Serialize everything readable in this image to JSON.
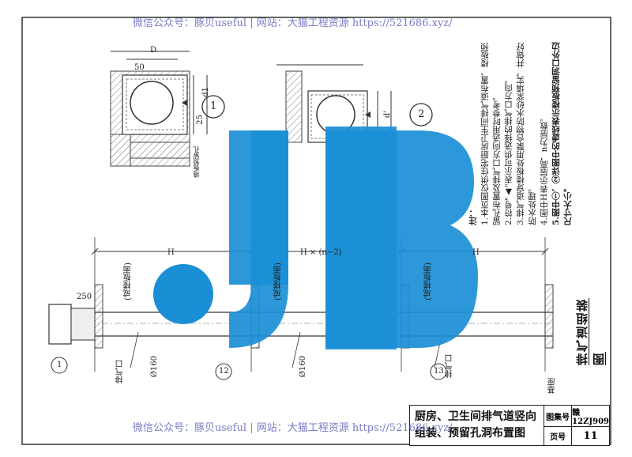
{
  "watermark": {
    "top": "微信公众号：豚贝useful | 网站：大猫工程资源 https://521686.xyz/",
    "bottom": "微信公众号：豚贝useful | 网站：大猫工程资源 https://521686.xyz/"
  },
  "title_block": {
    "title_line1": "厨房、卫生间排气道竖向",
    "title_line2": "组装、预留孔洞布置图",
    "atlas_label": "图集号",
    "atlas_value": "赣12ZJ909",
    "page_label": "页号",
    "page_value": "11"
  },
  "side_title": "排气道组装图",
  "notes": {
    "heading": "注：",
    "items": [
      "1.本页图仅供住宅厨房卫生间排气道布置、楼板预留孔布置及排气口方向选用时参考。",
      "2.符号\"▲\"表示可供选择的排气口方向。",
      "3.排气道穿楼板处用聚合物防水砂浆填实，并做好防水处理。",
      "4.图中H表示层高，n为层数。",
      "5.图中①、②详图中的虚线表示楼板预留洞口外边尺寸大小。"
    ]
  },
  "detail_markers": {
    "detail_1": "1",
    "detail_2": "2"
  },
  "dimensions": {
    "d_top": "D",
    "h_left": "H",
    "h_middle": "H × (n−2)",
    "h_right": "H",
    "d1": "d1",
    "d_prime": "d'",
    "v25": "25",
    "v250": "250",
    "v50": "50"
  },
  "labels": {
    "floor_finish_1": "(成楼板面)",
    "floor_finish_2": "(成楼板面)",
    "floor_finish_3": "(成楼板面)",
    "exhaust_port_1": "排气口",
    "exhaust_port_2": "排气口",
    "diameter_1": "Ø160",
    "diameter_2": "Ø160",
    "base": "基座",
    "mark_1": "1",
    "mark_2": "12",
    "mark_3": "13",
    "wall_note": "墙板预留孔"
  },
  "logo": {
    "text": "JB",
    "color": "#1a8fd6"
  },
  "colors": {
    "line": "#333333",
    "hatch": "#888888",
    "watermark": "#7a7cc6",
    "logo": "#1a8fd6"
  }
}
